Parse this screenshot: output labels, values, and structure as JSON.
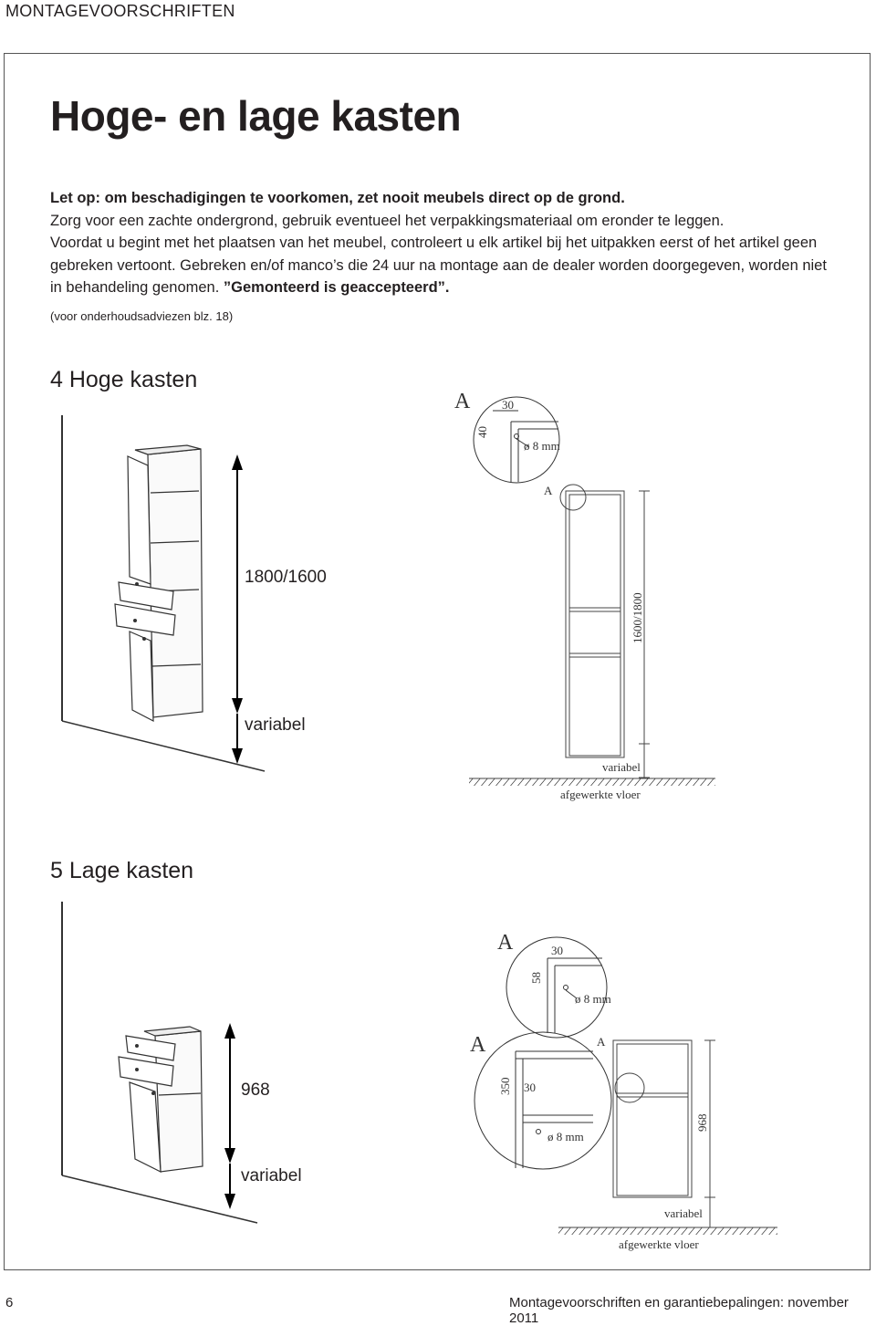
{
  "header": "MONTAGEVOORSCHRIFTEN",
  "title": "Hoge- en lage kasten",
  "intro": {
    "bold_line": "Let op: om beschadigingen te voorkomen, zet nooit meubels direct op de grond.",
    "line2": "Zorg voor een zachte ondergrond, gebruik eventueel het verpakkingsmateriaal om eronder te leggen.",
    "line3": "Voordat u begint met het plaatsen van het meubel, controleert u elk artikel bij het uitpakken eerst of het artikel geen gebreken vertoont. Gebreken en/of manco’s die 24 uur na montage aan de dealer worden doorgegeven, worden niet in behandeling genomen. ",
    "line3_bold": "”Gemonteerd is geaccepteerd”."
  },
  "note": "(voor onderhoudsadviezen blz. 18)",
  "section4": {
    "heading": "4 Hoge kasten",
    "height_label": "1800/1600",
    "floor_label": "variabel",
    "detail": {
      "letter": "A",
      "dim_top": "30",
      "dim_side": "40",
      "hole": "ø 8 mm"
    },
    "elevation": {
      "letter": "A",
      "height": "1600/1800",
      "floor_gap": "variabel",
      "floor": "afgewerkte vloer"
    }
  },
  "section5": {
    "heading": "5 Lage kasten",
    "height_label": "968",
    "floor_label": "variabel",
    "detail_top": {
      "letter": "A",
      "dim_top": "30",
      "dim_side": "58",
      "hole": "ø 8 mm"
    },
    "detail_side": {
      "letter": "A",
      "dim_side": "350",
      "dim_top": "30",
      "hole": "ø 8 mm"
    },
    "elevation": {
      "letter": "A",
      "height": "968",
      "floor_gap": "variabel",
      "floor": "afgewerkte vloer"
    }
  },
  "footer": {
    "page": "6",
    "text": "Montagevoorschriften en garantiebepalingen: november 2011"
  }
}
